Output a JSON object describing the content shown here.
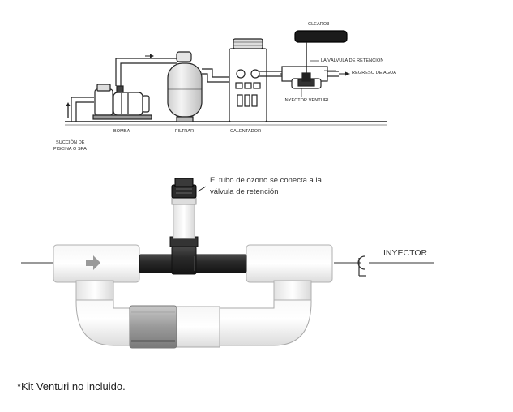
{
  "top_diagram": {
    "labels": {
      "clearo3": "CLEARO3",
      "check_valve": "LA VÁLVULA DE RETENCIÓN",
      "water_return": "REGRESO DE AGUA",
      "venturi_injector": "INYECTOR VENTURI",
      "pump": "BOMBA",
      "filter": "FILTRAR",
      "heater": "CALENTADOR",
      "suction_line1": "SUCCIÓN DE",
      "suction_line2": "PISCINA O SPA"
    }
  },
  "bottom_diagram": {
    "callout_line1": "El tubo de ozono se conecta a la",
    "callout_line2": "válvula de retención",
    "injector_label": "INYECTOR"
  },
  "footnote": "*Kit Venturi no incluido."
}
